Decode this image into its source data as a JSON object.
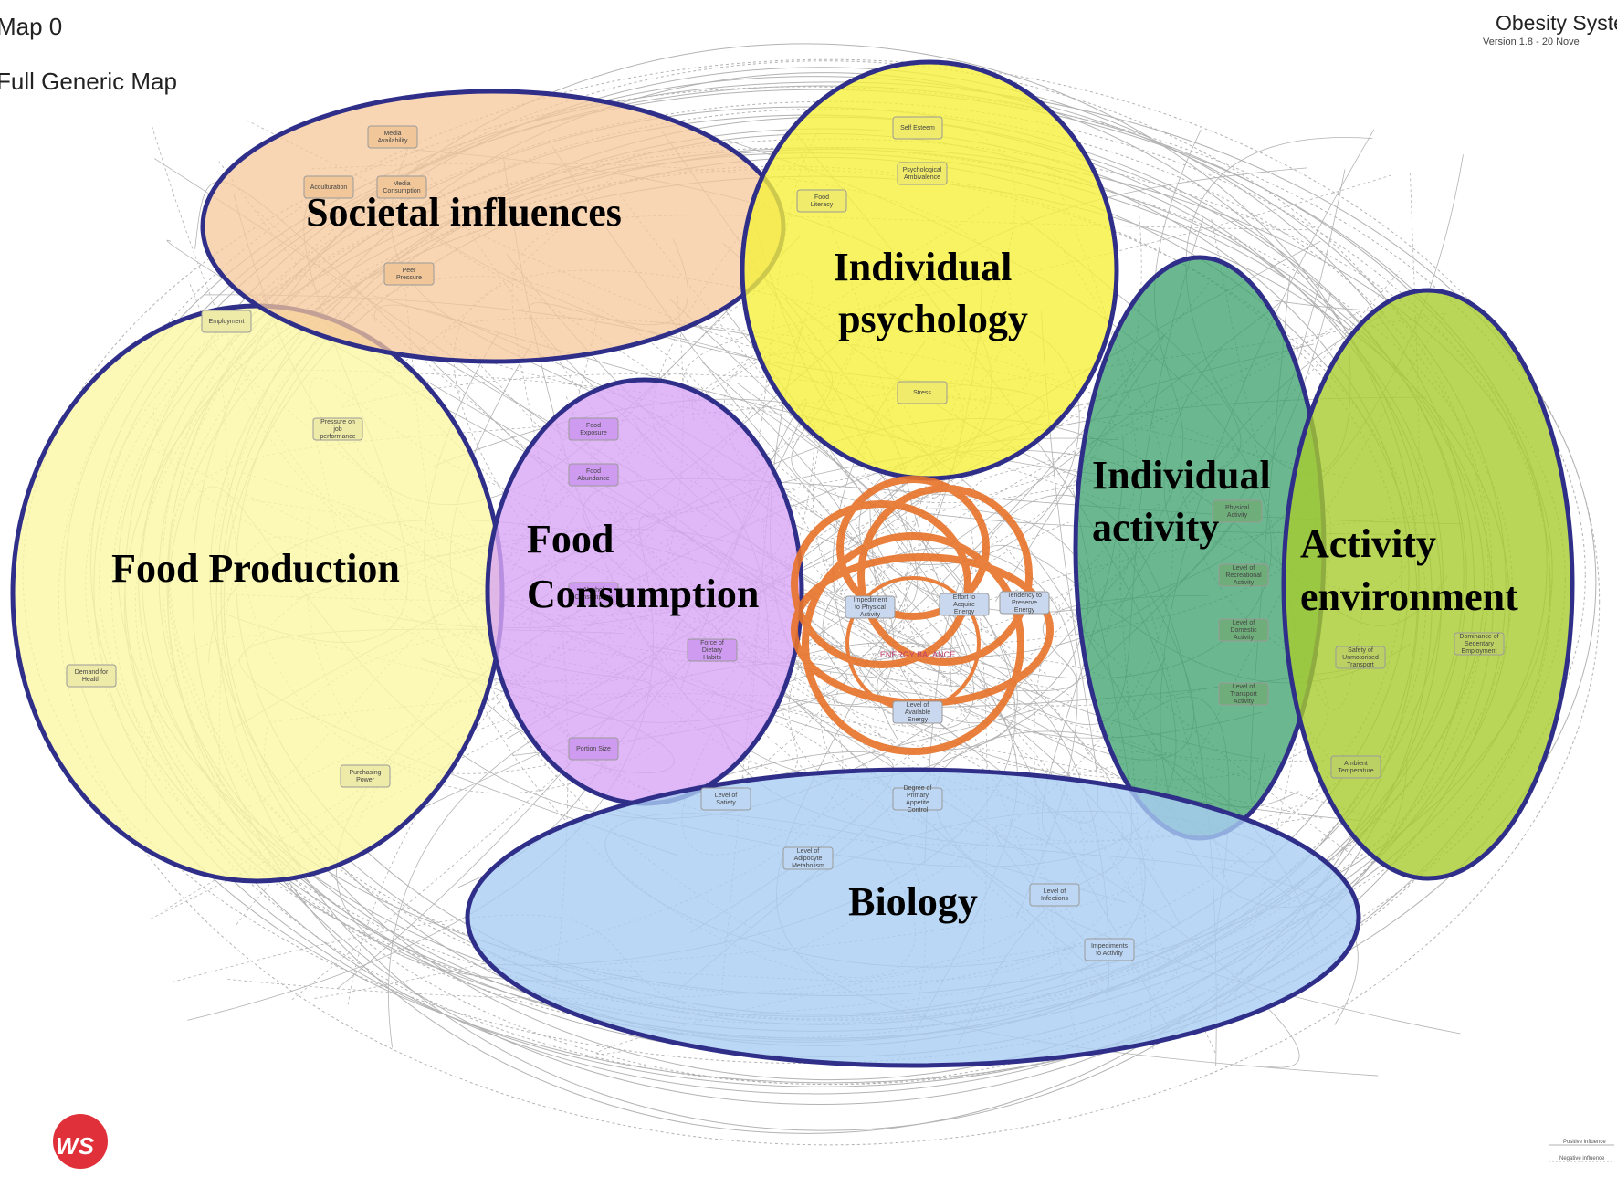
{
  "header": {
    "map_title": "Map 0",
    "map_subtitle": "Full Generic Map",
    "system_title": "Obesity Syste",
    "version": "Version 1.8 - 20 Nove"
  },
  "colors": {
    "societal": "#f6c79a",
    "psychology": "#f5f03c",
    "food_production": "#fbf6a4",
    "food_consumption": "#d9a6f5",
    "individual_activity": "#3aa06b",
    "activity_environment": "#a8cc2e",
    "biology": "#a9cdf3",
    "outline": "#2f2f8a",
    "energy_ring": "#e8732a"
  },
  "clusters": [
    {
      "id": "societal",
      "label": [
        "Societal influences"
      ]
    },
    {
      "id": "psychology",
      "label": [
        "Individual",
        "psychology"
      ]
    },
    {
      "id": "food_production",
      "label": [
        "Food Production"
      ]
    },
    {
      "id": "food_consumption",
      "label": [
        "Food",
        "Consumption"
      ]
    },
    {
      "id": "individual_activity",
      "label": [
        "Individual",
        "activity"
      ]
    },
    {
      "id": "activity_environment",
      "label": [
        "Activity",
        "environment"
      ]
    },
    {
      "id": "biology",
      "label": [
        "Biology"
      ]
    }
  ],
  "nodes": [
    {
      "text": "Media Availability",
      "cluster": "societal"
    },
    {
      "text": "Media Consumption",
      "cluster": "societal"
    },
    {
      "text": "Peer Pressure",
      "cluster": "societal"
    },
    {
      "text": "Acculturation",
      "cluster": "societal"
    },
    {
      "text": "Self Esteem",
      "cluster": "psychology"
    },
    {
      "text": "Psychological Ambivalence",
      "cluster": "psychology"
    },
    {
      "text": "Stress",
      "cluster": "psychology"
    },
    {
      "text": "Food Literacy",
      "cluster": "psychology"
    },
    {
      "text": "Employment",
      "cluster": "food_production"
    },
    {
      "text": "Pressure on job performance",
      "cluster": "food_production"
    },
    {
      "text": "Purchasing Power",
      "cluster": "food_production"
    },
    {
      "text": "Demand for Health",
      "cluster": "food_production"
    },
    {
      "text": "Food Exposure",
      "cluster": "food_consumption"
    },
    {
      "text": "Food Abundance",
      "cluster": "food_consumption"
    },
    {
      "text": "Alcohol Consumption",
      "cluster": "food_consumption"
    },
    {
      "text": "Force of Dietary Habits",
      "cluster": "food_consumption"
    },
    {
      "text": "Portion Size",
      "cluster": "food_consumption"
    },
    {
      "text": "Physical Activity",
      "cluster": "individual_activity"
    },
    {
      "text": "Level of Recreational Activity",
      "cluster": "individual_activity"
    },
    {
      "text": "Level of Domestic Activity",
      "cluster": "individual_activity"
    },
    {
      "text": "Level of Transport Activity",
      "cluster": "individual_activity"
    },
    {
      "text": "Dominance of Sedentary Employment",
      "cluster": "activity_environment"
    },
    {
      "text": "Safety of Unmotorised Transport",
      "cluster": "activity_environment"
    },
    {
      "text": "Ambient Temperature",
      "cluster": "activity_environment"
    },
    {
      "text": "Degree of Primary Appetite Control",
      "cluster": "biology"
    },
    {
      "text": "Level of Satiety",
      "cluster": "biology"
    },
    {
      "text": "Level of Infections",
      "cluster": "biology"
    },
    {
      "text": "Level of Adipocyte Metabolism",
      "cluster": "biology"
    },
    {
      "text": "Impediments to Activity",
      "cluster": "biology"
    },
    {
      "text": "Impediment to Physical Activity",
      "cluster": "core"
    },
    {
      "text": "Effort to Acquire Energy",
      "cluster": "core"
    },
    {
      "text": "Tendency to Preserve Energy",
      "cluster": "core"
    },
    {
      "text": "Level of Available Energy",
      "cluster": "core"
    }
  ],
  "energy_balance": "ENERGY BALANCE",
  "legend": [
    "Positive influence",
    "Negative influence"
  ],
  "logo_text": "WS"
}
